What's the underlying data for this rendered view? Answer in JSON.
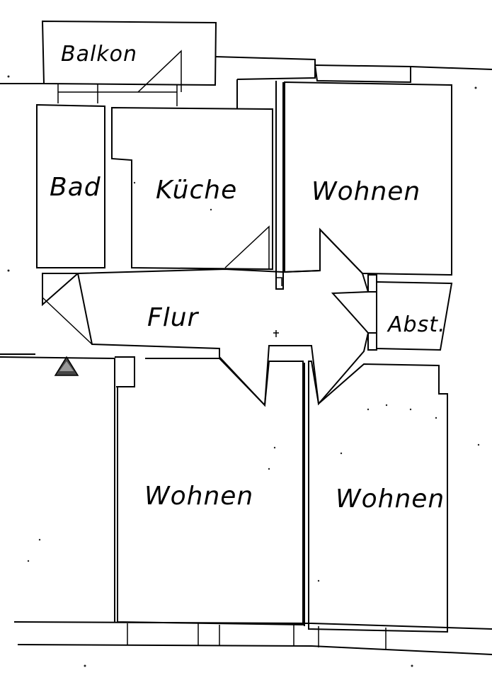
{
  "rooms": {
    "balkon": "Balkon",
    "bad": "Bad",
    "kueche": "Küche",
    "wohnen_top": "Wohnen",
    "flur": "Flur",
    "abst": "Abst.",
    "wohnen_bottom_left": "Wohnen",
    "wohnen_bottom_right": "Wohnen"
  },
  "colors": {
    "line": "#000000",
    "background": "#ffffff"
  },
  "icons": {
    "marker": "warning-triangle-icon"
  }
}
